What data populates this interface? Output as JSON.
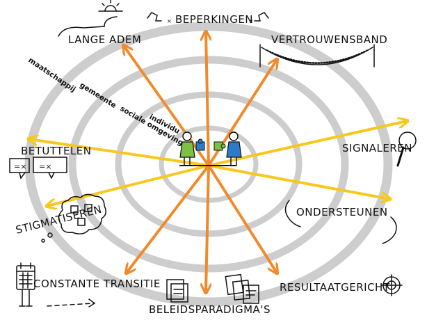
{
  "labels": {
    "lange_adem": "LANGE ADEM",
    "beperkingen": "BEPERKINGEN",
    "vertrouwensband": "VERTROUWENSBAND",
    "betuttelen": "BETUTTELEN",
    "signaleren": "SIGNALEREN",
    "stigmatiseren": "STIGMATISEREN",
    "ondersteunen": "ONDERSTEUNEN",
    "constante_transitie": "CONSTANTE TRANSITIE",
    "beleidsparadigmas": "BELEIDSPARADIGMA'S",
    "resultaatgericht": "RESULTAATGERICHT"
  },
  "rings": {
    "maatschappij": "maatschappij",
    "gemeente": "gemeente",
    "sociale_omgeving": "sociale omgeving",
    "individu": "individu"
  },
  "colors": {
    "orange": "#F08A2C",
    "yellow": "#F7C81E",
    "ring": "#cfcfcf",
    "green": "#7CC242",
    "blue": "#2C7BC9"
  }
}
